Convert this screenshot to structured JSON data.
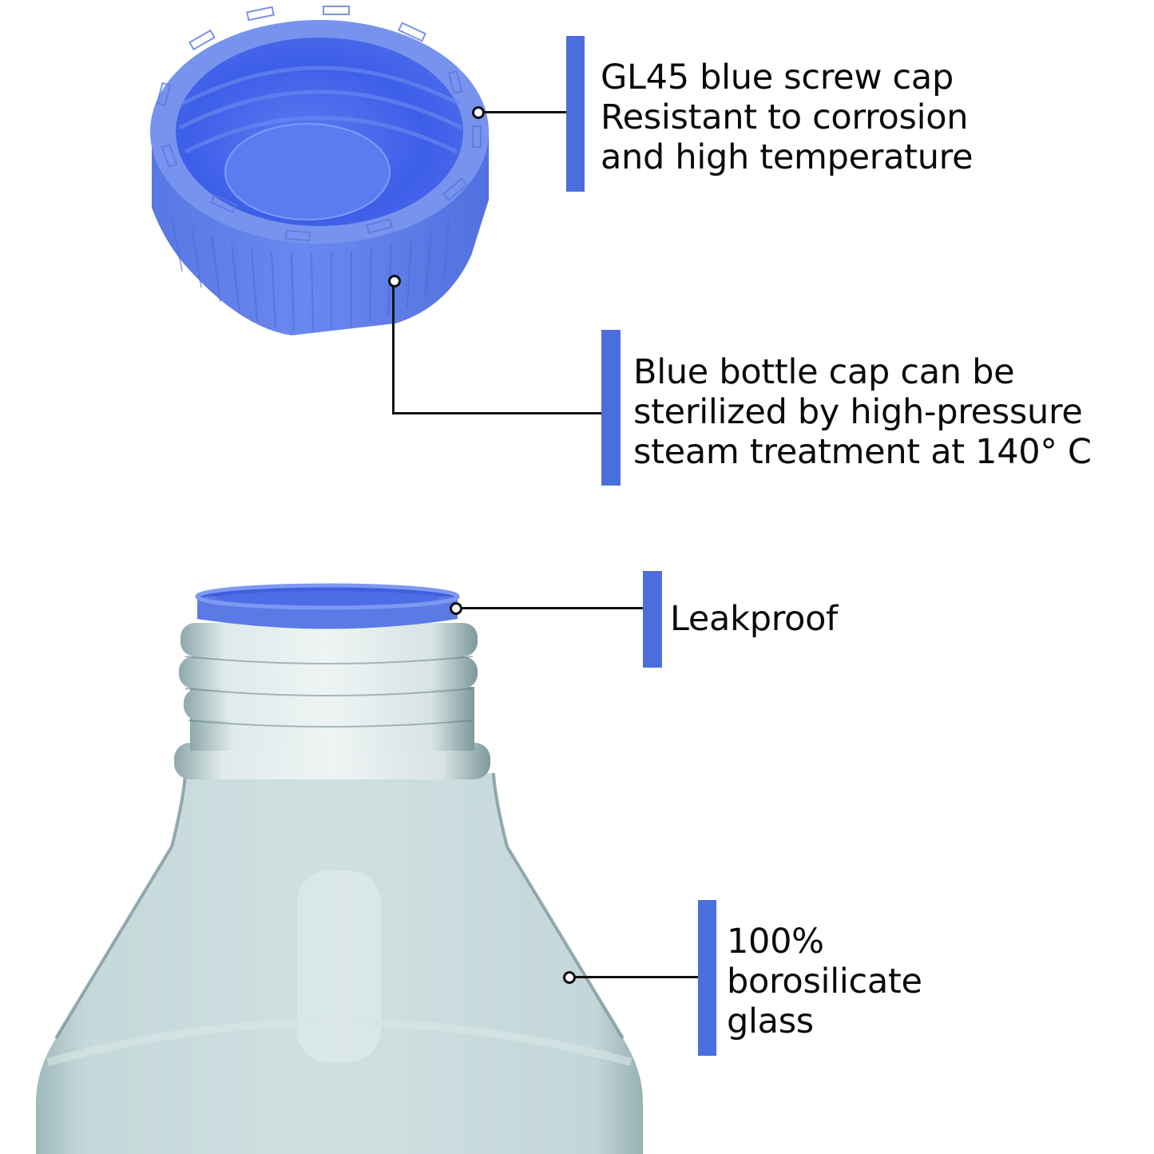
{
  "theme": {
    "accent_bar_color": "#4a6fdc",
    "cap_color": "#5b7ae6",
    "cap_dark": "#3f5fe0",
    "glass_color": "#c9dcdd",
    "leader_color": "#111111",
    "background": "#ffffff"
  },
  "callouts": [
    {
      "id": "screw-cap",
      "lines": [
        "GL45 blue screw cap",
        "Resistant to corrosion",
        "and high temperature"
      ]
    },
    {
      "id": "sterilization",
      "lines": [
        "Blue bottle cap can be",
        "sterilized by high-pressure",
        "steam treatment at 140° C"
      ]
    },
    {
      "id": "leakproof",
      "lines": [
        "Leakproof"
      ]
    },
    {
      "id": "glass",
      "lines": [
        "100%",
        "borosilicate",
        "glass"
      ]
    }
  ],
  "illustrations": {
    "cap": "blue-screw-cap",
    "bottle": "borosilicate-glass-bottle-with-blue-pouring-ring"
  }
}
